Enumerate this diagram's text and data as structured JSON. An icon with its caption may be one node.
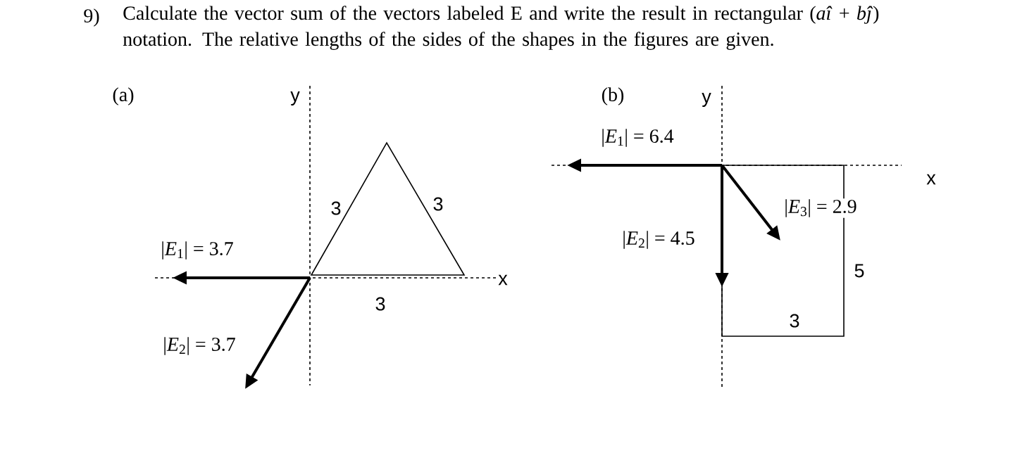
{
  "diagram": {
    "labels": [
      "9)",
      "Calculate the vector sum of the vectors labeled E and write the result in rectangular (*aî* + *bĵ*) notation. The relative lengths of the sides of the shapes in the figures are given.",
      "(a)",
      "y",
      "(b)",
      "y",
      "|*E*$_{1}$| = 6.4",
      "3",
      "3",
      "x",
      "|*E*$_{3}$| = 2.9",
      "|*E*$_{1}$| = 3.7",
      "|*E*$_{2}$| = 4.5",
      "x",
      "5",
      "3",
      "3",
      "|*E*$_{2}$| = 3.7"
    ]
  }
}
